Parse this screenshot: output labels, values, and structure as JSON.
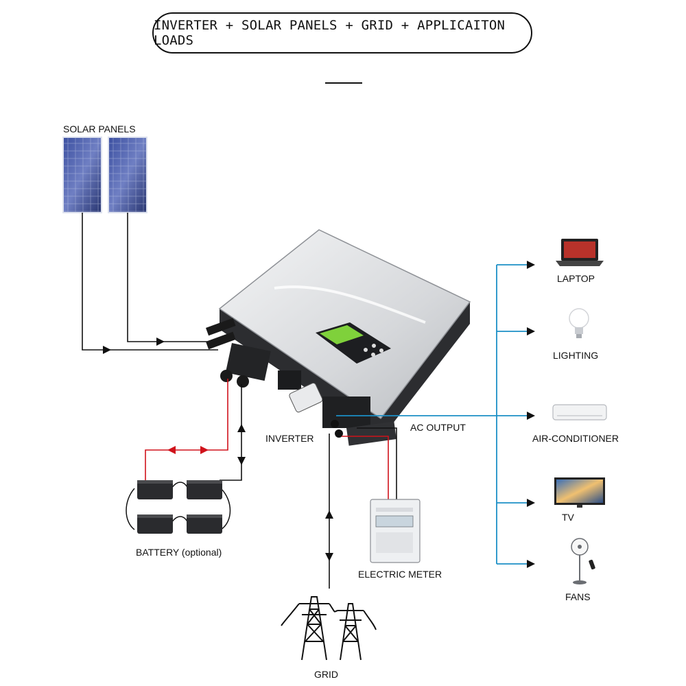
{
  "title": "INVERTER + SOLAR PANELS + GRID + APPLICAITON LOADS",
  "labels": {
    "solar_panels": "SOLAR PANELS",
    "inverter": "INVERTER",
    "ac_output": "AC OUTPUT",
    "battery": "BATTERY (optional)",
    "electric_meter": "ELECTRIC METER",
    "grid": "GRID"
  },
  "loads": [
    {
      "label": "LAPTOP",
      "icon": "laptop-icon"
    },
    {
      "label": "LIGHTING",
      "icon": "light-bulb-icon"
    },
    {
      "label": "AIR-CONDITIONER",
      "icon": "air-conditioner-icon"
    },
    {
      "label": "TV",
      "icon": "tv-icon"
    },
    {
      "label": "FANS",
      "icon": "fan-icon"
    }
  ],
  "colors": {
    "dc_wire": "#111111",
    "battery_wire": "#d0121b",
    "ac_wire": "#1b8fc6",
    "panel": "#2f3f86",
    "inverter_body": "#d9dbde",
    "lcd_screen": "#7fd13b"
  }
}
